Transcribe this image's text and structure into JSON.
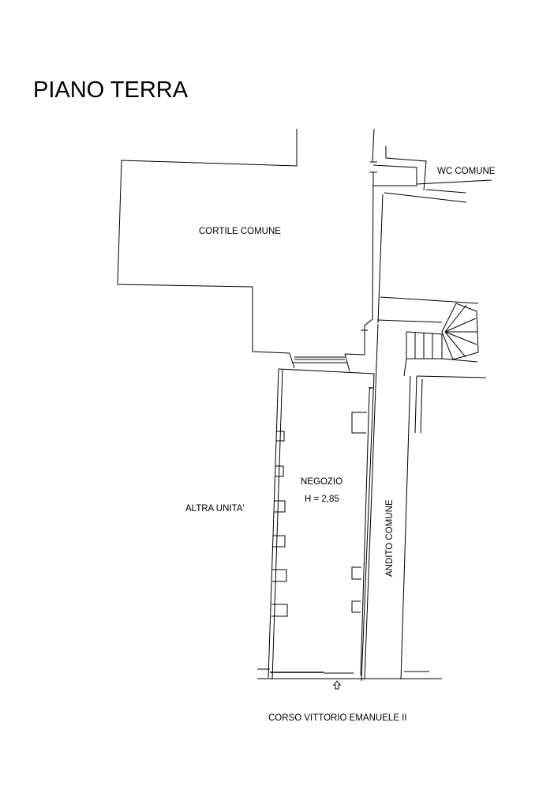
{
  "title": "PIANO TERRA",
  "labels": {
    "wc": "WC COMUNE",
    "cortile": "CORTILE COMUNE",
    "negozio": "NEGOZIO",
    "height": "H = 2,85",
    "altra_unita": "ALTRA UNITA'",
    "andito": "ANDITO COMUNE",
    "street": "CORSO VITTORIO EMANUELE  II"
  }
}
